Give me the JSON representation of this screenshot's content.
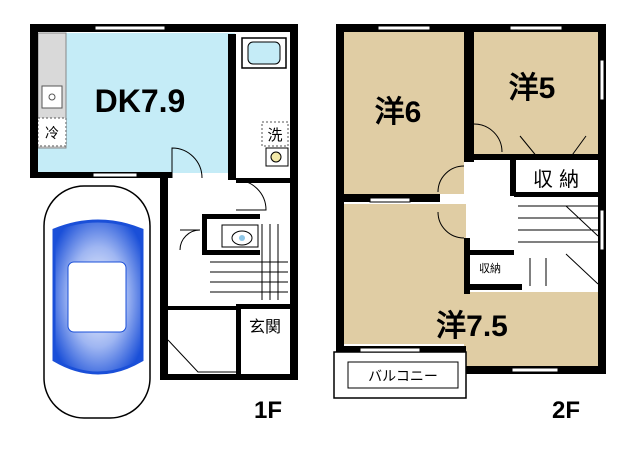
{
  "floor1": {
    "label": "1F",
    "rooms": {
      "dk": "DK7.9",
      "fridge": "冷",
      "washer": "洗",
      "entrance": "玄関"
    }
  },
  "floor2": {
    "label": "2F",
    "rooms": {
      "western_a": "洋6",
      "western_b": "洋5",
      "western_c": "洋7.5",
      "closet_large": "収 納",
      "closet_small": "収納",
      "balcony": "バルコニー"
    }
  },
  "colors": {
    "dk_floor": "#c5ecf7",
    "western_floor": "#e0cda4",
    "wall": "#000000",
    "car_blue": "#1a4fd8"
  },
  "icons": [
    "car-icon",
    "toilet-icon",
    "sink-icon",
    "bathtub-icon",
    "washbasin-icon",
    "stairs-icon"
  ]
}
